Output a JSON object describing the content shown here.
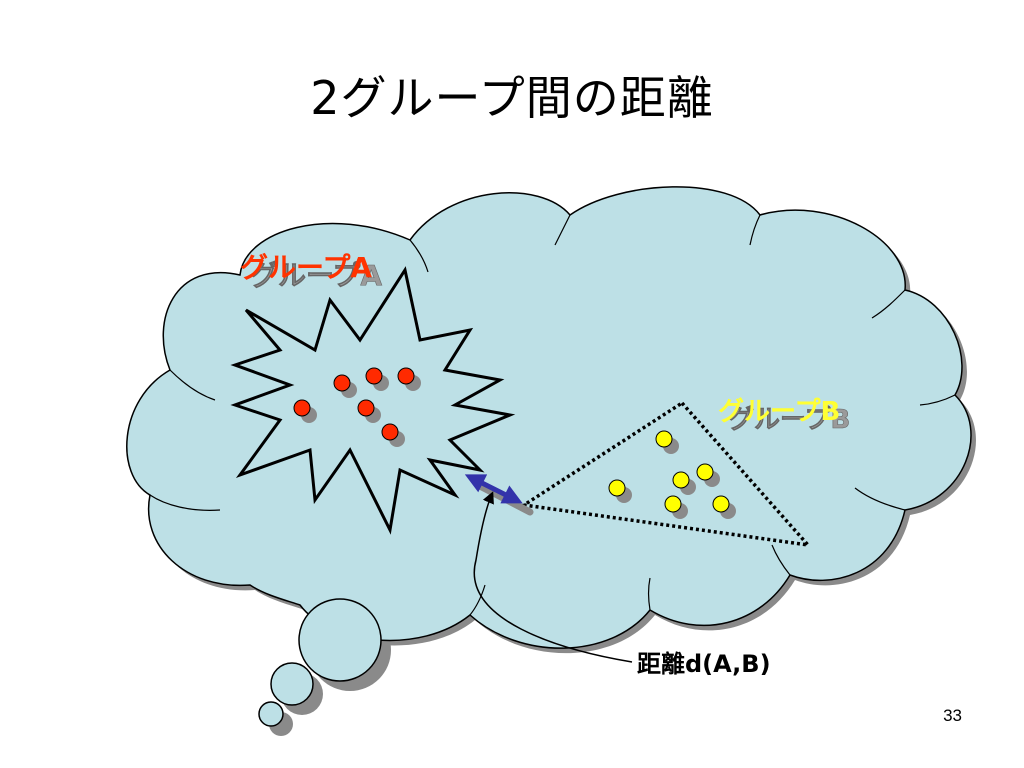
{
  "slide": {
    "title": "2グループ間の距離",
    "page_number": "33"
  },
  "diagram": {
    "group_a_label": "グループA",
    "group_b_label": "グループB",
    "distance_label": "距離d(A,B)"
  },
  "colors": {
    "cloud_fill": "#bde0e6",
    "cloud_stroke": "#000000",
    "shadow": "#8a8a8a",
    "group_a_point": "#ff2a00",
    "group_a_label": "#ff3300",
    "group_b_point": "#ffff00",
    "group_b_label": "#ffff33",
    "arrow": "#3333aa"
  }
}
